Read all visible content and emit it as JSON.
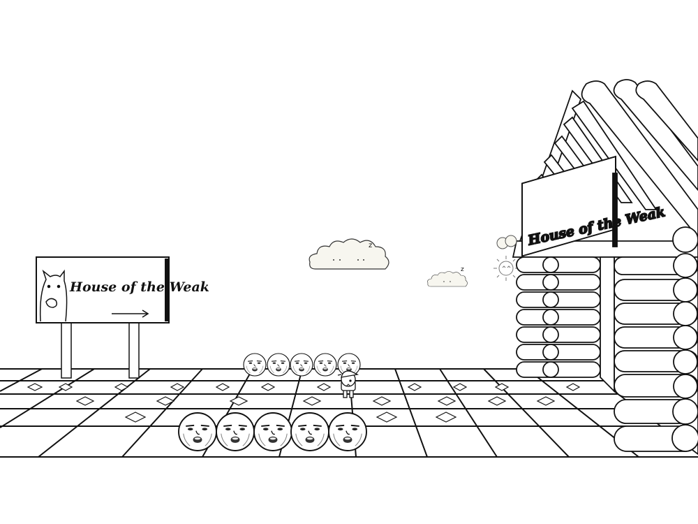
{
  "scene": {
    "sign_text": "House of the Weak",
    "house_sign_text": "House of the Weak",
    "snore_glyph": "z",
    "colors": {
      "ink": "#111111",
      "paper": "#ffffff",
      "cloud_fill": "#f7f6ef"
    }
  },
  "icons": {
    "cat": "cat-face-icon",
    "arrow": "right-arrow-icon",
    "sun": "sun-icon",
    "cloud": "cloud-icon",
    "face": "meme-face-icon",
    "player": "player-character-icon"
  }
}
